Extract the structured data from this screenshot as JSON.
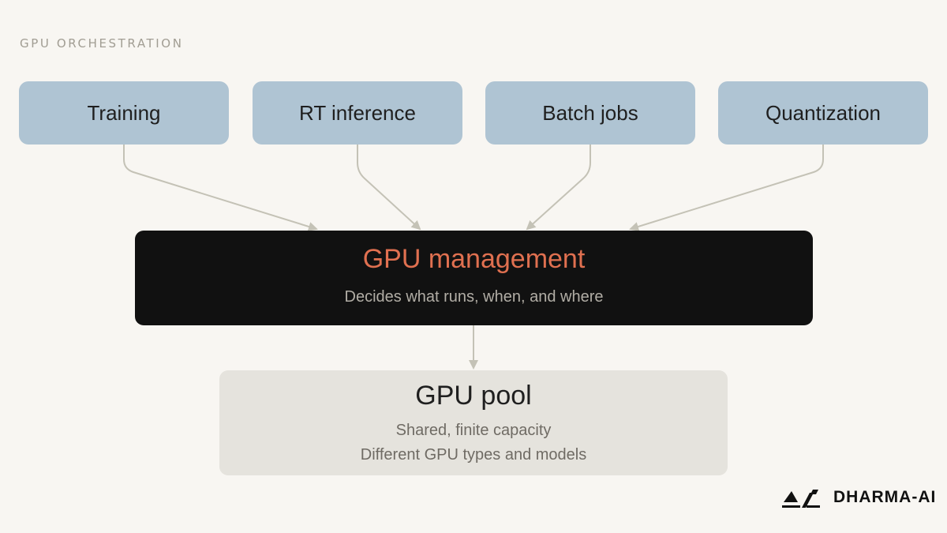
{
  "header": {
    "eyebrow": "GPU ORCHESTRATION"
  },
  "workloads": [
    {
      "label": "Training"
    },
    {
      "label": "RT inference"
    },
    {
      "label": "Batch jobs"
    },
    {
      "label": "Quantization"
    }
  ],
  "management": {
    "title": "GPU management",
    "subtitle": "Decides what runs, when, and where"
  },
  "pool": {
    "title": "GPU pool",
    "lines": [
      "Shared, finite capacity",
      "Different GPU types and models"
    ]
  },
  "brand": {
    "name": "DHARMA-AI"
  },
  "colors": {
    "background": "#f8f6f2",
    "workload_box": "#afc4d3",
    "management_box": "#111111",
    "management_title": "#e07050",
    "pool_box": "#e5e3dd",
    "connector": "#c4c2b6"
  },
  "icons": {
    "logo": "dharma-ai-logo-icon",
    "arrow": "arrow-down-icon"
  }
}
